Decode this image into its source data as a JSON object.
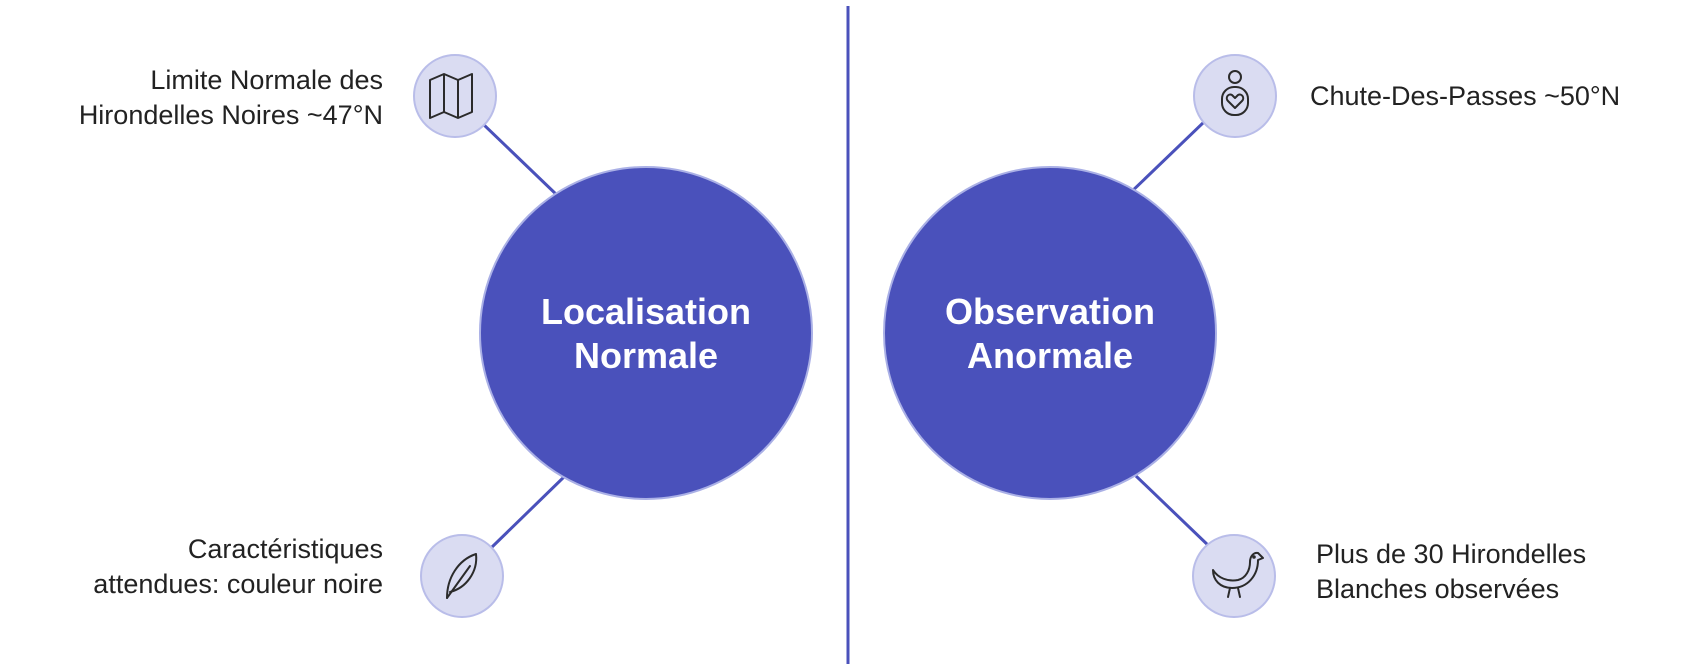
{
  "colors": {
    "main_circle": "#4a51bb",
    "main_circle_stroke": "#aab0e6",
    "icon_circle_fill": "#dadcf2",
    "icon_circle_stroke": "#b9bde9",
    "connector": "#4a51bb",
    "divider": "#4a51bb",
    "text": "#222222",
    "icon_stroke": "#2b2b2b"
  },
  "left": {
    "title": "Localisation Normale",
    "items": [
      {
        "icon": "map-icon",
        "text_line1": "Limite Normale des",
        "text_line2": "Hirondelles Noires ~47°N"
      },
      {
        "icon": "feather-icon",
        "text_line1": "Caractéristiques",
        "text_line2": "attendues: couleur noire"
      }
    ]
  },
  "right": {
    "title": "Observation Anormale",
    "items": [
      {
        "icon": "person-heart-icon",
        "text_line1": "Chute-Des-Passes ~50°N",
        "text_line2": ""
      },
      {
        "icon": "bird-icon",
        "text_line1": "Plus de 30 Hirondelles",
        "text_line2": "Blanches observées"
      }
    ]
  }
}
